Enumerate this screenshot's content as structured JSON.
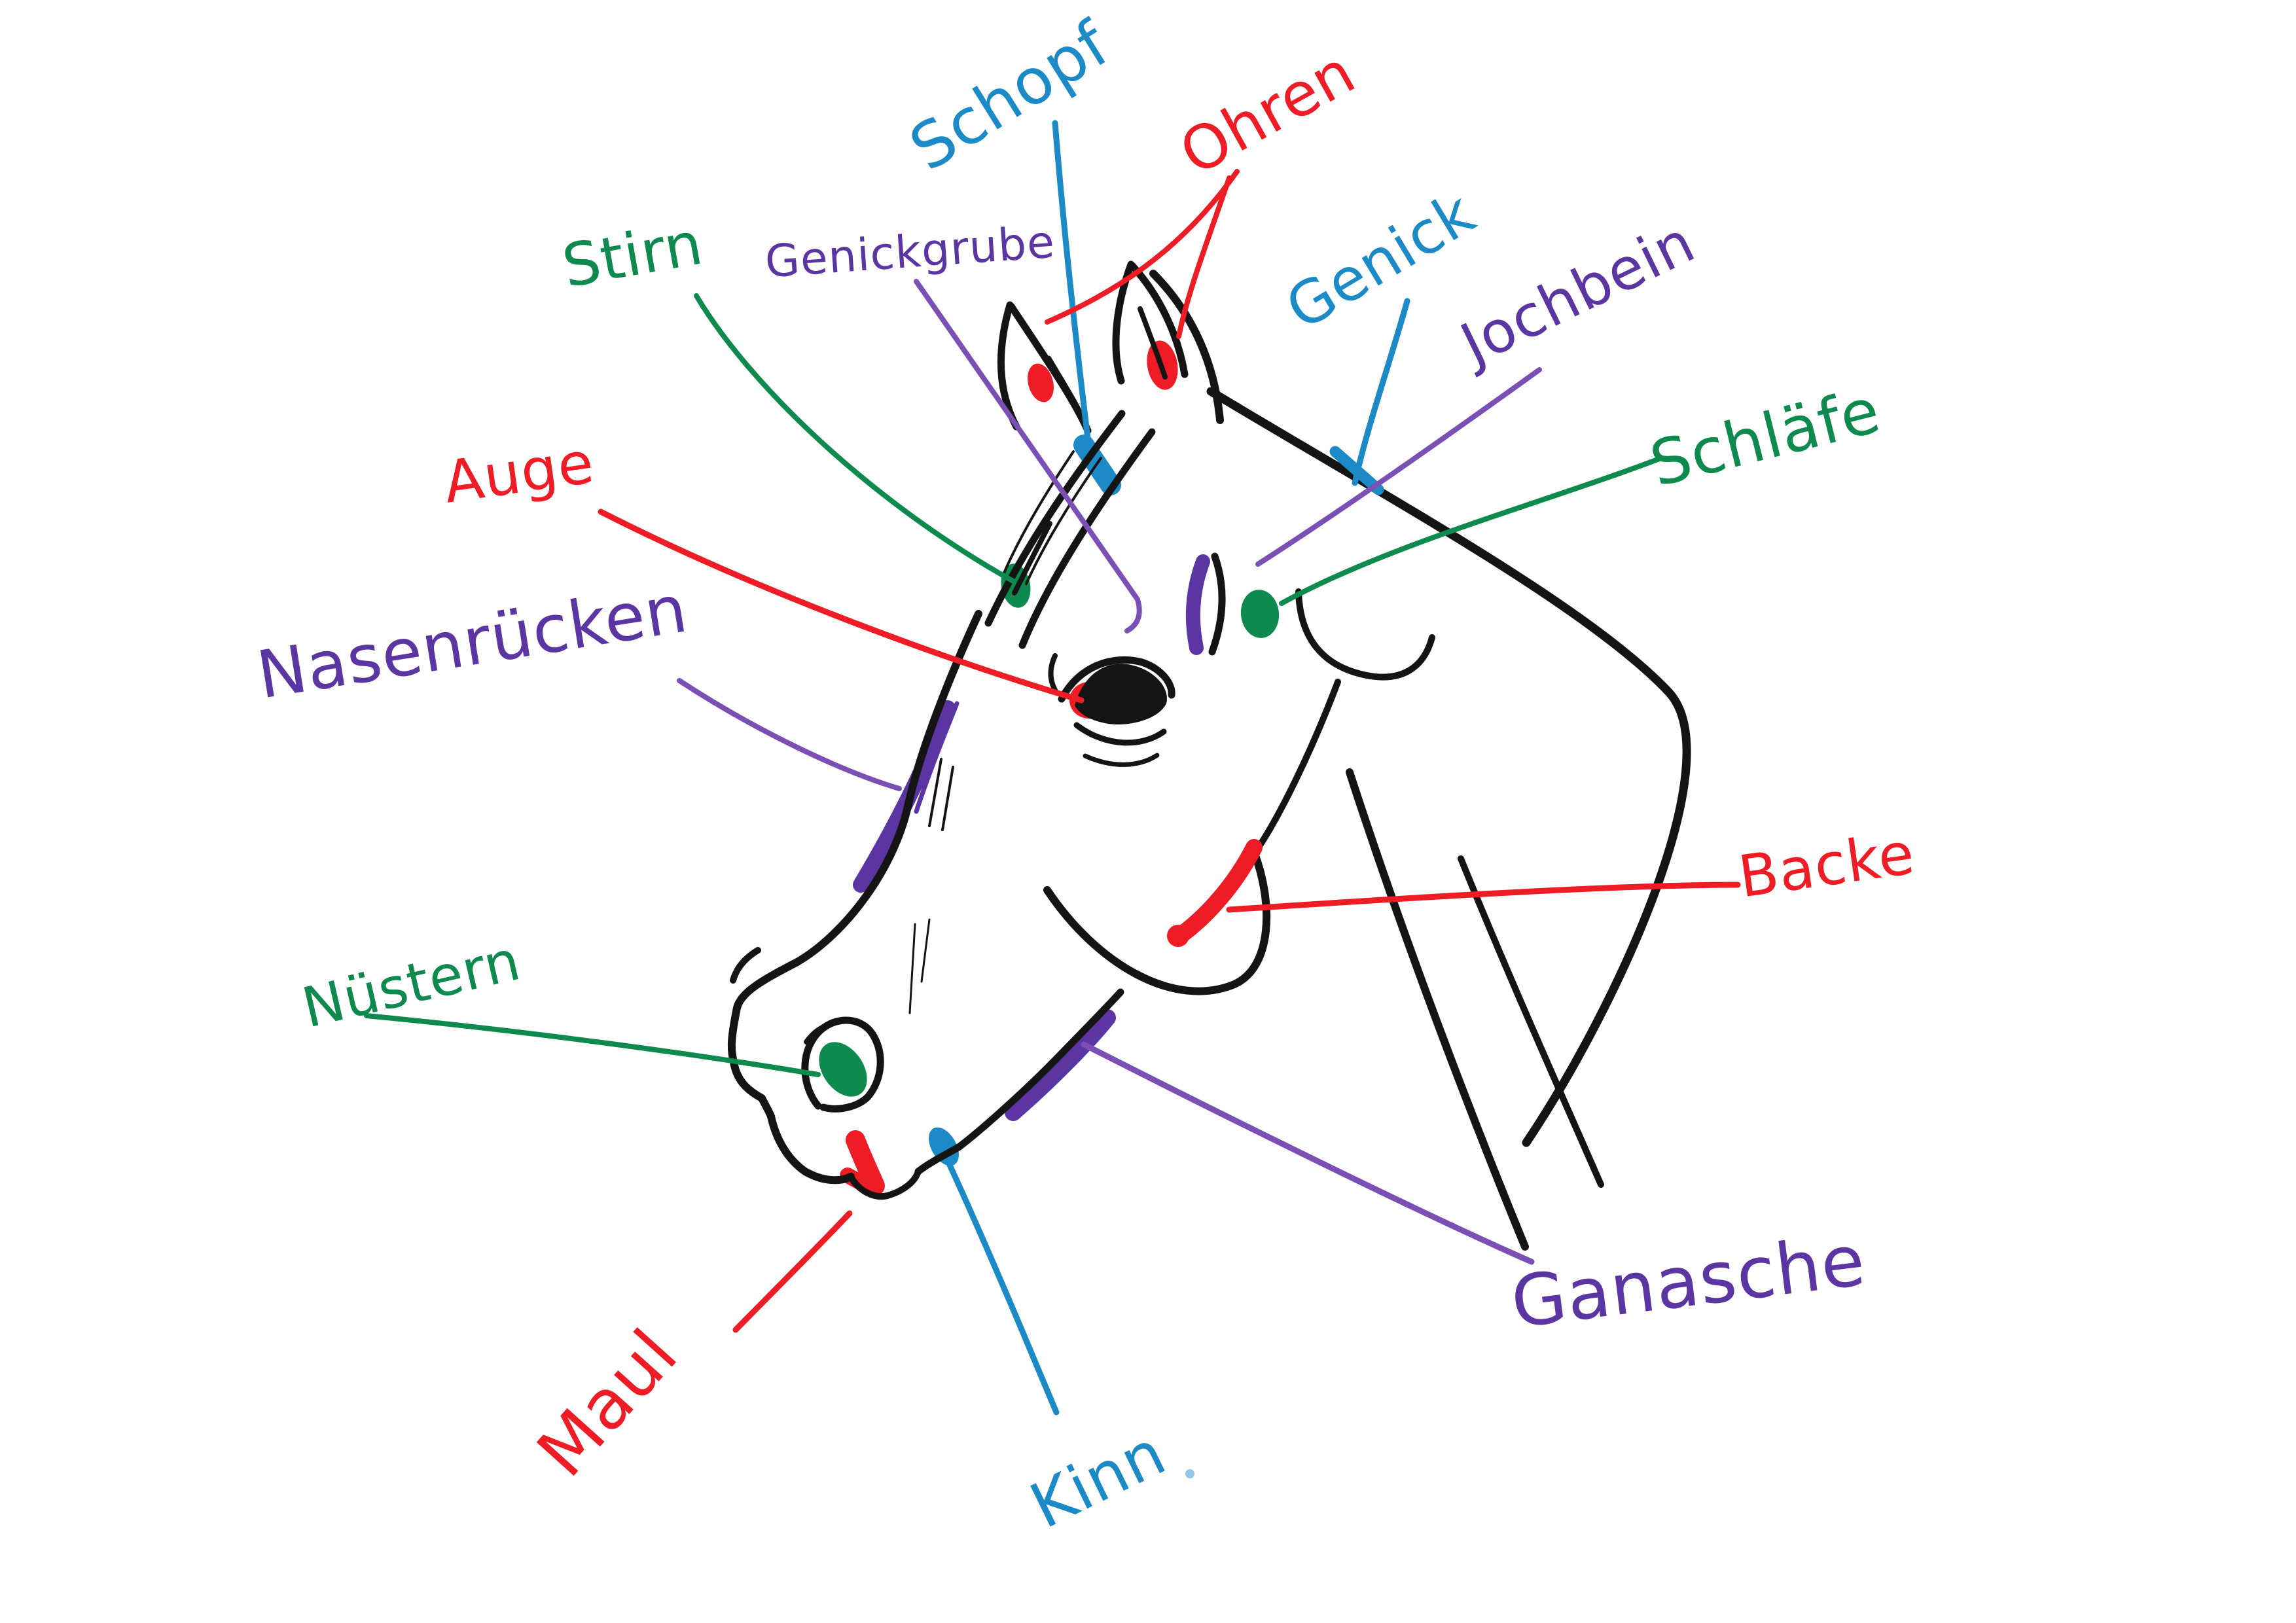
{
  "palette": {
    "red": "#ee1c25",
    "blue": "#1b8ac6",
    "blue_light": "#8fc8e8",
    "green": "#0f8a4e",
    "purple": "#5b36a2",
    "purple_line": "#7a50b4",
    "ink": "#141414",
    "background": "#ffffff"
  },
  "diagram": {
    "subject": "horse-head-side-view-sketch"
  },
  "labels": [
    {
      "id": "schopf",
      "text": "Schopf",
      "color": "blue"
    },
    {
      "id": "ohren",
      "text": "Ohren",
      "color": "red"
    },
    {
      "id": "stirn",
      "text": "Stirn",
      "color": "green"
    },
    {
      "id": "genickgrube",
      "text": "Genickgrube",
      "color": "purple"
    },
    {
      "id": "genick",
      "text": "Genick",
      "color": "blue"
    },
    {
      "id": "jochbein",
      "text": "Jochbein",
      "color": "purple"
    },
    {
      "id": "schlaefe",
      "text": "Schläfe",
      "color": "green"
    },
    {
      "id": "auge",
      "text": "Auge",
      "color": "red"
    },
    {
      "id": "nasenruecken",
      "text": "Nasenrücken",
      "color": "purple"
    },
    {
      "id": "backe",
      "text": "Backe",
      "color": "red"
    },
    {
      "id": "nuestern",
      "text": "Nüstern",
      "color": "green"
    },
    {
      "id": "maul",
      "text": "Maul",
      "color": "red"
    },
    {
      "id": "kinn",
      "text": "Kinn",
      "color": "blue"
    },
    {
      "id": "ganasche",
      "text": "Ganasche",
      "color": "purple"
    }
  ]
}
